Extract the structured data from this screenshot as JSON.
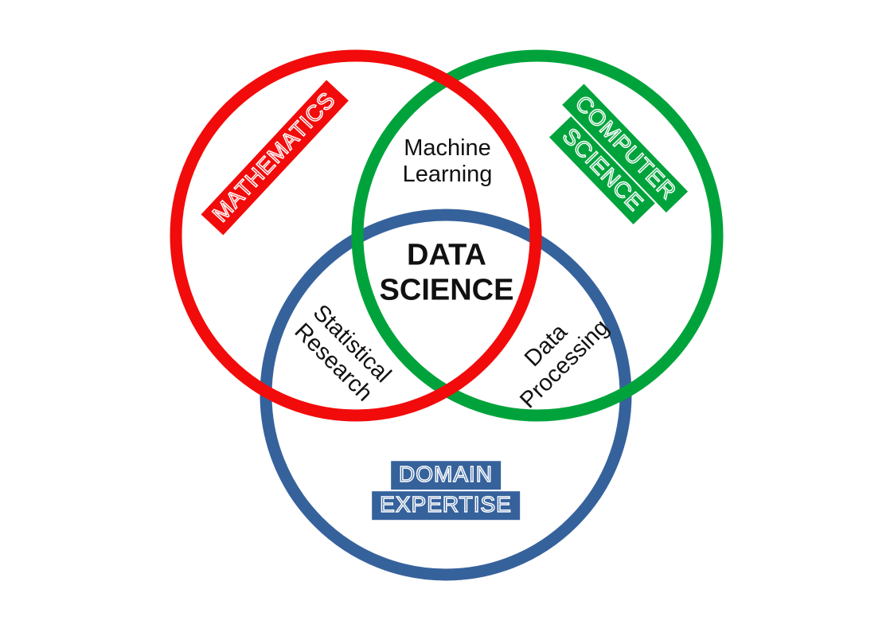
{
  "colors": {
    "mathematics": "#F20B0B",
    "computer_science": "#00A33B",
    "domain_expertise": "#36629C",
    "label_outline": "#FFFFFF",
    "intersection_text": "#111111",
    "background": "#FFFFFF"
  },
  "sets": {
    "mathematics": {
      "label": "MATHEMATICS"
    },
    "computer_science": {
      "line1": "COMPUTER",
      "line2": "SCIENCE"
    },
    "domain_expertise": {
      "line1": "DOMAIN",
      "line2": "EXPERTISE"
    }
  },
  "overlaps": {
    "machine_learning": {
      "line1": "Machine",
      "line2": "Learning"
    },
    "statistical_research": {
      "line1": "Statistical",
      "line2": "Research"
    },
    "data_processing": {
      "line1": "Data",
      "line2": "Processing"
    },
    "data_science": {
      "line1": "DATA",
      "line2": "SCIENCE"
    }
  }
}
